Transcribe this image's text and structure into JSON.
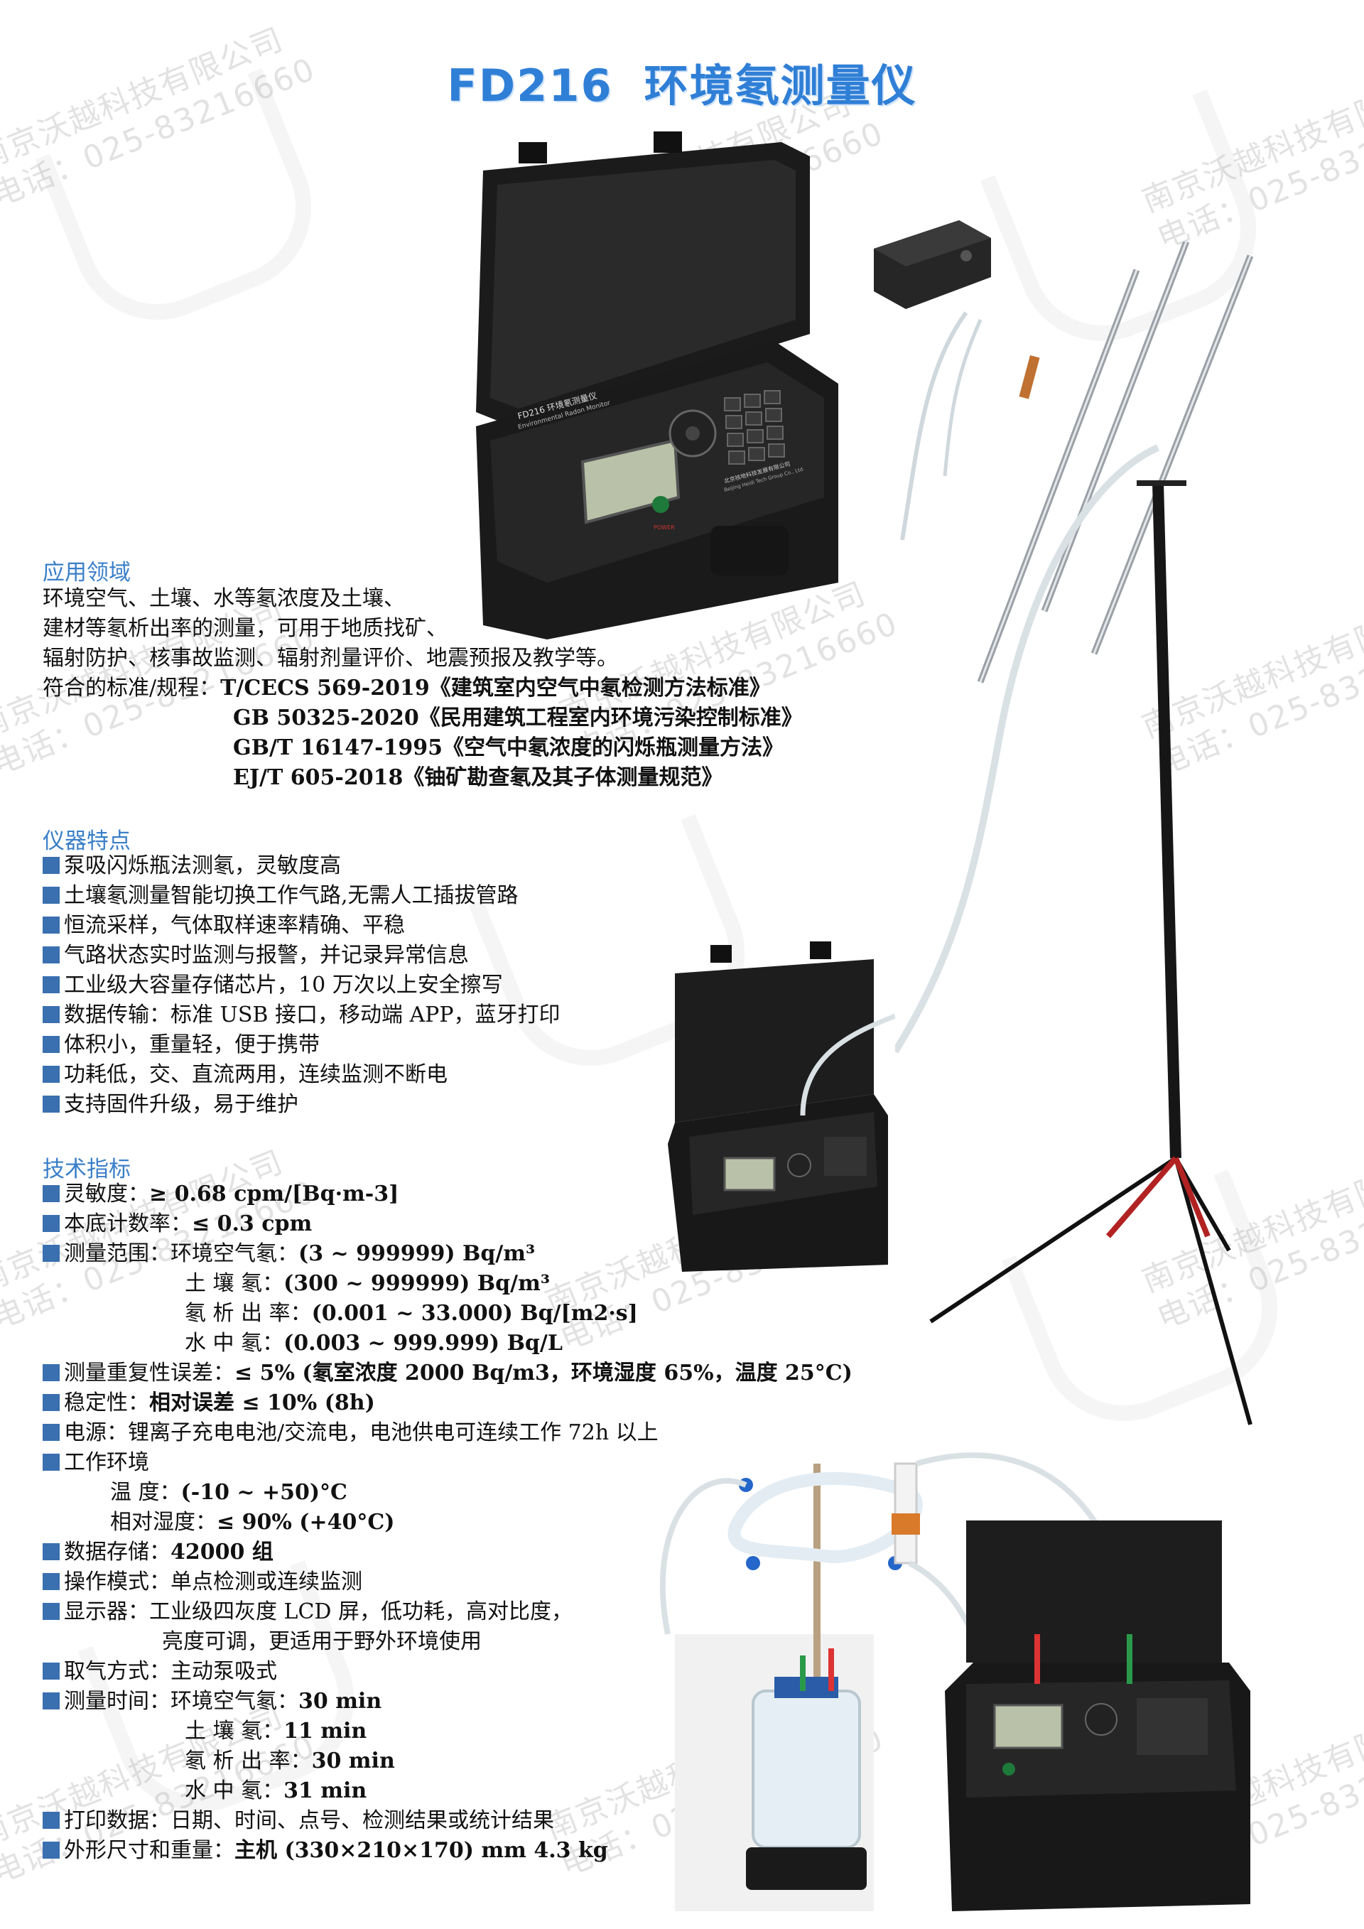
{
  "title": {
    "model": "FD216",
    "name": "环境氡测量仪"
  },
  "watermark": {
    "company": "南京沃越科技有限公司",
    "phone": "电话：025-83216660"
  },
  "device": {
    "panel_label": "FD216 环境氡测量仪",
    "panel_sub": "Environmental Radon Monitor",
    "maker_cn": "北京核地科技发展有限公司",
    "maker_en": "Beijing Heidi Tech Group Co., Ltd.",
    "power_label": "POWER"
  },
  "application": {
    "heading": "应用领域",
    "lines": [
      "环境空气、土壤、水等氡浓度及土壤、",
      "建材等氡析出率的测量，可用于地质找矿、",
      "辐射防护、核事故监测、辐射剂量评价、地震预报及教学等。"
    ],
    "standards_label": "符合的标准/规程：",
    "standards": [
      "T/CECS 569-2019《建筑室内空气中氡检测方法标准》",
      "GB 50325-2020《民用建筑工程室内环境污染控制标准》",
      "GB/T 16147-1995《空气中氡浓度的闪烁瓶测量方法》",
      "EJ/T 605-2018《铀矿勘查氡及其子体测量规范》"
    ]
  },
  "features": {
    "heading": "仪器特点",
    "items": [
      "泵吸闪烁瓶法测氡，灵敏度高",
      "土壤氡测量智能切换工作气路,无需人工插拔管路",
      "恒流采样，气体取样速率精确、平稳",
      "气路状态实时监测与报警，并记录异常信息",
      "工业级大容量存储芯片，10 万次以上安全擦写",
      "数据传输：标准 USB 接口，移动端 APP，蓝牙打印",
      "体积小，重量轻，便于携带",
      "功耗低，交、直流两用，连续监测不断电",
      "支持固件升级，易于维护"
    ]
  },
  "specs": {
    "heading": "技术指标",
    "sensitivity": {
      "label": "灵敏度：",
      "value": "≥ 0.68 cpm/[Bq·m-3]"
    },
    "background": {
      "label": "本底计数率：",
      "value": "≤ 0.3 cpm"
    },
    "range": {
      "label": "测量范围：",
      "rows": [
        {
          "name": "环境空气氡：",
          "value": "(3 ~ 999999) Bq/m³"
        },
        {
          "name": "土 壤 氡：",
          "value": "(300 ~ 999999) Bq/m³"
        },
        {
          "name": "氡 析 出 率：",
          "value": "(0.001 ~ 33.000) Bq/[m2·s]"
        },
        {
          "name": "水 中 氡：",
          "value": "(0.003 ~ 999.999) Bq/L"
        }
      ]
    },
    "repeat": {
      "label": "测量重复性误差：",
      "value": "≤ 5% (氡室浓度 2000 Bq/m3，环境湿度 65%，温度 25°C)"
    },
    "stability": {
      "label": "稳定性：",
      "value": "相对误差 ≤ 10% (8h)"
    },
    "power": {
      "label": "电源：",
      "value": "锂离子充电电池/交流电，电池供电可连续工作 72h 以上"
    },
    "env": {
      "label": "工作环境",
      "temp_label": "温 度：",
      "temp_value": "(-10 ~ +50)°C",
      "hum_label": "相对湿度：",
      "hum_value": "≤ 90% (+40°C)"
    },
    "storage": {
      "label": "数据存储：",
      "value": "42000 组"
    },
    "mode": {
      "label": "操作模式：",
      "value": "单点检测或连续监测"
    },
    "display": {
      "label": "显示器：",
      "value": "工业级四灰度 LCD 屏，低功耗，高对比度，",
      "value2": "亮度可调，更适用于野外环境使用"
    },
    "sampling": {
      "label": "取气方式：",
      "value": "主动泵吸式"
    },
    "time": {
      "label": "测量时间：",
      "rows": [
        {
          "name": "环境空气氡：",
          "value": "30 min"
        },
        {
          "name": "土 壤 氡：",
          "value": "11 min"
        },
        {
          "name": "氡 析 出 率：",
          "value": "30 min"
        },
        {
          "name": "水 中 氡：",
          "value": "31 min"
        }
      ]
    },
    "print": {
      "label": "打印数据：",
      "value": "日期、时间、点号、检测结果或统计结果"
    },
    "size": {
      "label": "外形尺寸和重量：",
      "value": "主机 (330×210×170) mm 4.3 kg"
    }
  }
}
